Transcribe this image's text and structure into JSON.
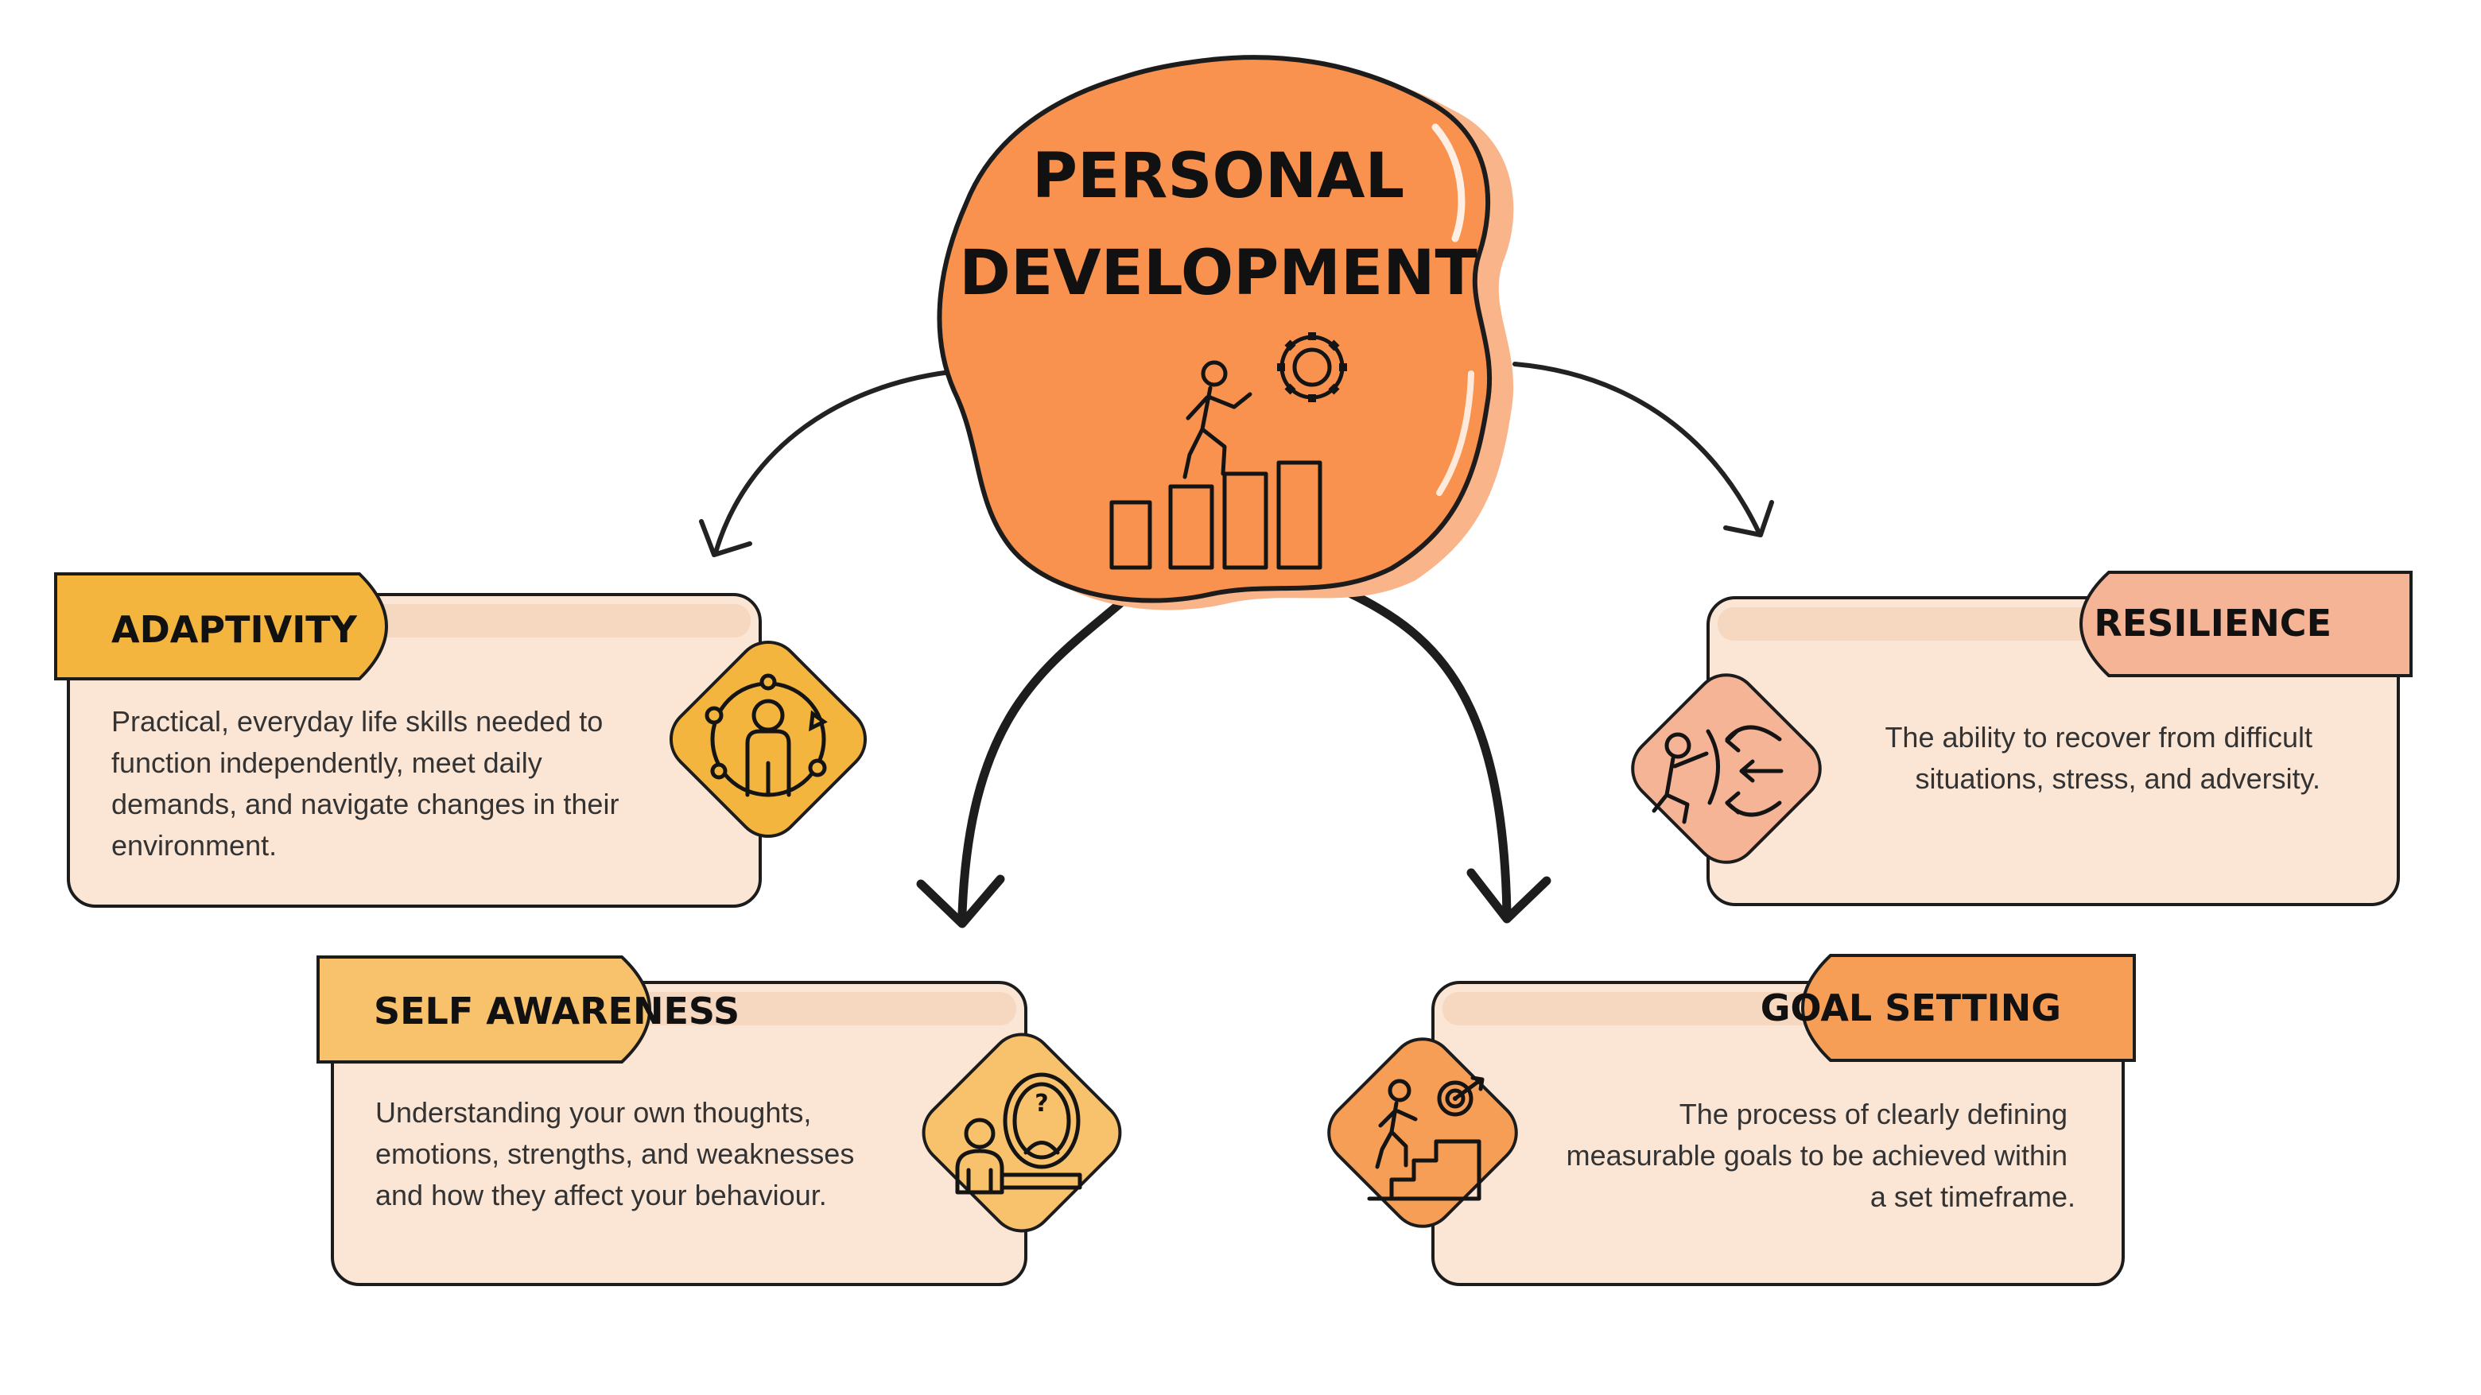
{
  "central": {
    "title_line1": "PERSONAL",
    "title_line2": "DEVELOPMENT",
    "icon": "stairs-climber-gear-icon",
    "color": "#f8924e"
  },
  "cards": {
    "adaptivity": {
      "title": "ADAPTIVITY",
      "lines": [
        "Practical, everyday life skills needed to",
        "function independently, meet daily",
        "demands, and navigate changes in their",
        "environment."
      ],
      "icon": "person-cycle-icon",
      "color": "#f4b53f"
    },
    "resilience": {
      "title": "RESILIENCE",
      "lines": [
        "The ability to recover from difficult",
        "situations, stress, and adversity."
      ],
      "icon": "person-shield-icon",
      "color": "#f6b497"
    },
    "self_awareness": {
      "title": "SELF AWARENESS",
      "lines": [
        "Understanding your own thoughts,",
        "emotions, strengths, and weaknesses",
        "and how they affect your behaviour."
      ],
      "icon": "person-mirror-icon",
      "color": "#f8c26c"
    },
    "goal_setting": {
      "title": "GOAL SETTING",
      "lines": [
        "The process of clearly defining",
        "measurable goals to be achieved within",
        "a set timeframe."
      ],
      "icon": "stairs-target-icon",
      "color": "#f79e56"
    }
  }
}
